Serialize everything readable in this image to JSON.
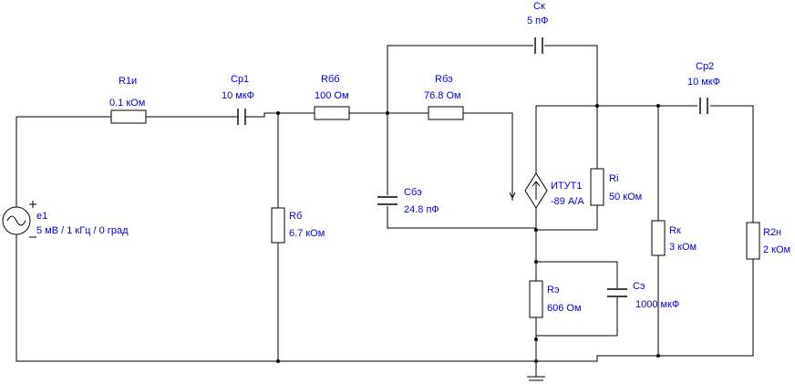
{
  "components": {
    "e1": {
      "name": "e1",
      "value": "5 мВ / 1 кГц / 0 град"
    },
    "r1i": {
      "name": "R1и",
      "value": "0.1 кОм"
    },
    "cr1": {
      "name": "Cр1",
      "value": "10 мкФ"
    },
    "rbb": {
      "name": "Rбб",
      "value": "100 Ом"
    },
    "rbe": {
      "name": "Rбэ",
      "value": "76.8 Ом"
    },
    "ck": {
      "name": "Cк",
      "value": "5 пФ"
    },
    "cr2": {
      "name": "Cр2",
      "value": "10 мкФ"
    },
    "rb": {
      "name": "Rб",
      "value": "6.7 кОм"
    },
    "cbe": {
      "name": "Cбэ",
      "value": "24.8 пФ"
    },
    "itut": {
      "name": "ИТУТ1",
      "value": "-89 А/А"
    },
    "ri": {
      "name": "Ri",
      "value": "50 кОм"
    },
    "rk": {
      "name": "Rк",
      "value": "3 кОм"
    },
    "r2n": {
      "name": "R2н",
      "value": "2 кОм"
    },
    "re": {
      "name": "Rэ",
      "value": "606 Ом"
    },
    "ce": {
      "name": "Cэ",
      "value": "1000 мкФ"
    }
  }
}
